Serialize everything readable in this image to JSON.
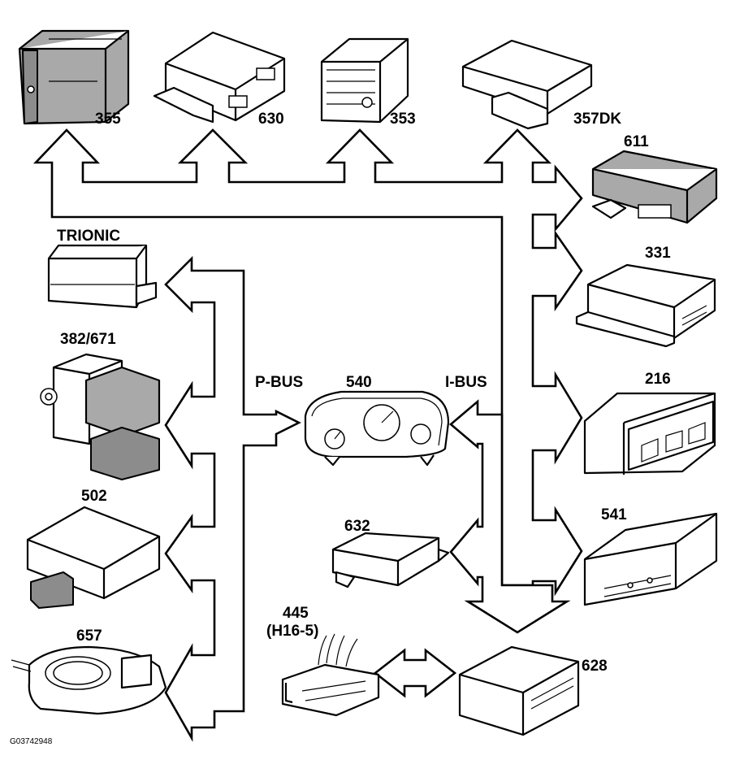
{
  "modules": {
    "m355": "355",
    "m630": "630",
    "m353": "353",
    "m357dk": "357DK",
    "m611": "611",
    "trionic": "TRIONIC",
    "m331": "331",
    "m382": "382/671",
    "m540": "540",
    "m216": "216",
    "m502": "502",
    "m541": "541",
    "m632": "632",
    "m445": "445",
    "m445_sub": "(H16-5)",
    "m657": "657",
    "m628": "628"
  },
  "buses": {
    "pbus": "P-BUS",
    "ibus": "I-BUS"
  },
  "figure_id": "G03742948"
}
